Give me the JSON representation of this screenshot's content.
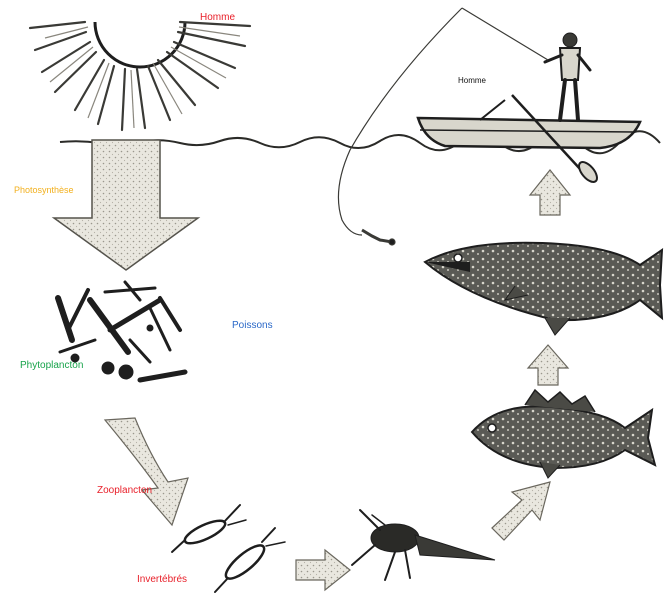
{
  "labels": {
    "sun": "Homme",
    "boat_man": "Homme",
    "photosynthesis": "Photosynthèse",
    "phytoplankton": "Phytoplancton",
    "fish": "Poissons",
    "zooplankton": "Zooplancton",
    "invertebrates": "Invertébrés"
  },
  "colors": {
    "label_red": "#e8202a",
    "label_orange": "#f2b01e",
    "label_green": "#17a34a",
    "label_blue": "#2a68c8",
    "arrow_fill": "#e6e4dc",
    "ink": "#1e1e1e"
  },
  "icons": [
    "sun-icon",
    "fisherman-icon",
    "rowboat-icon",
    "pike-fish-icon",
    "perch-fish-icon",
    "insect-larva-icon",
    "phytoplankton-cluster-icon",
    "fishing-line-icon"
  ]
}
